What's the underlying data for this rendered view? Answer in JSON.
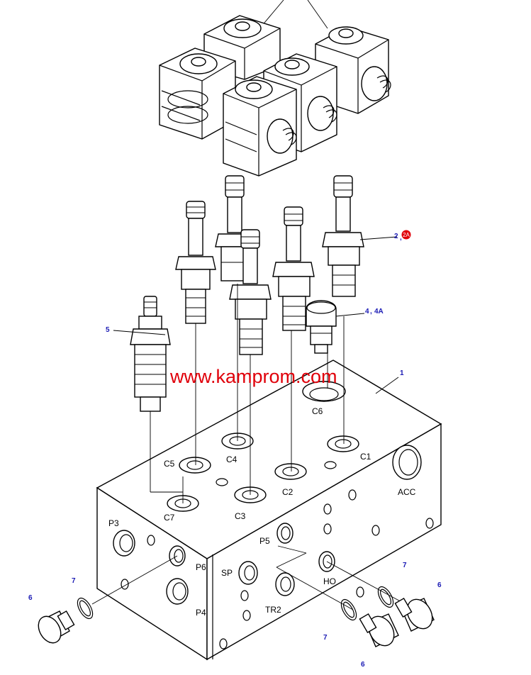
{
  "watermark": "www.kamprom.com",
  "part_numbers": {
    "block": "1",
    "solenoid_valve_a": "2",
    "solenoid_valve_b": "2A",
    "check_valve_a": "4",
    "check_valve_b": "4A",
    "relief_valve": "5",
    "plug_left": "6",
    "plug_bottom": "6",
    "plug_right": "6",
    "oring_left": "7",
    "oring_bottom": "7",
    "oring_right": "7"
  },
  "ports": {
    "c1": "C1",
    "c2": "C2",
    "c3": "C3",
    "c4": "C4",
    "c5": "C5",
    "c6": "C6",
    "c7": "C7",
    "acc": "ACC",
    "p3": "P3",
    "p4": "P4",
    "p5": "P5",
    "p6": "P6",
    "sp": "SP",
    "tr2": "TR2",
    "ho": "HO"
  },
  "colors": {
    "part_label": "#1a1ab4",
    "watermark": "#e0000a",
    "badge": "#e0000a"
  }
}
